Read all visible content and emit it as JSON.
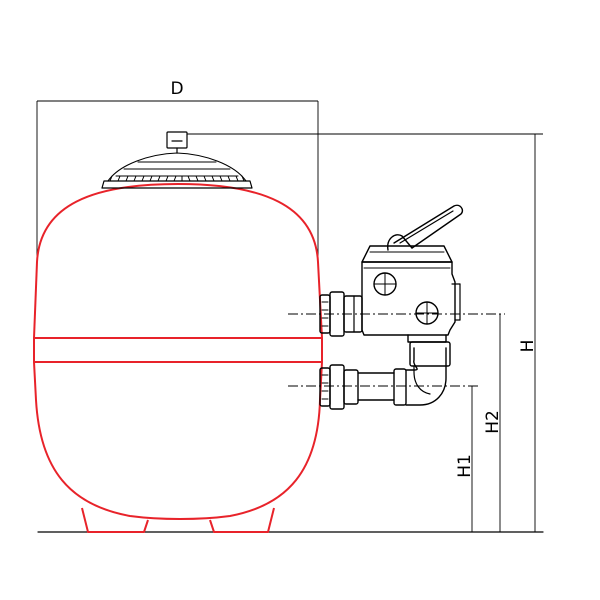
{
  "dimensions": {
    "diameter_label": "D",
    "height_label": "H",
    "inlet_height_label": "H2",
    "outlet_height_label": "H1"
  },
  "colors": {
    "tank_outline": "#e8232a",
    "drawing_lines": "#000000",
    "background": "#ffffff"
  }
}
